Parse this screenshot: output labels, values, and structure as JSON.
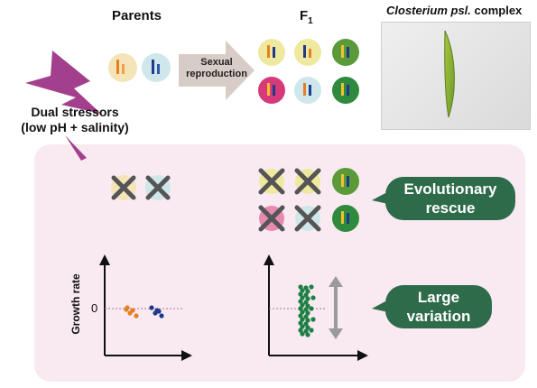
{
  "title_parents": "Parents",
  "title_f1": "F",
  "title_f1_sub": "1",
  "species_name_italic": "Closterium psl.",
  "species_name_rest": " complex",
  "arrow_label_line1": "Sexual",
  "arrow_label_line2": "reproduction",
  "stress_line1": "Dual stressors",
  "stress_line2": "(low pH + salinity)",
  "bubble_rescue_line1": "Evolutionary",
  "bubble_rescue_line2": "rescue",
  "bubble_variation_line1": "Large",
  "bubble_variation_line2": "variation",
  "ylabel": "Growth rate",
  "zero_label": "0",
  "colors": {
    "panel": "#f9eaf1",
    "bubble": "#2e6b4a",
    "bolt": "#a3408d",
    "cross": "#555555",
    "parent_orange": "#e67e22",
    "parent_navy": "#1f3a8a",
    "offspring_green": "#1e7f45"
  }
}
